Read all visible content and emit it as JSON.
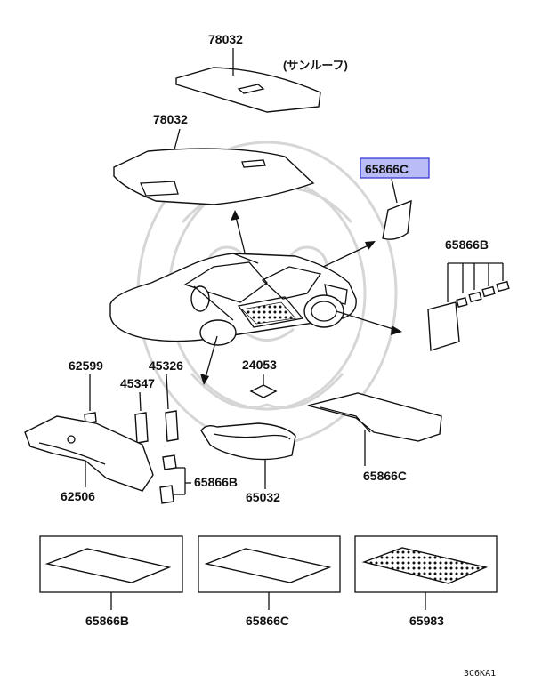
{
  "labels": {
    "roof_sunroof_part": "78032",
    "sunroof_note": "(サンルーフ)",
    "roof_part": "78032",
    "highlighted_part": "65866C",
    "pads_part": "65866B",
    "bracket_part_a": "62599",
    "bracket_part_b": "45326",
    "bracket_part_c": "45347",
    "plug_part": "24053",
    "dash_part": "62506",
    "pad_pair_part": "65866B",
    "tunnel_part": "65032",
    "floor_part": "65866C",
    "box1_part": "65866B",
    "box2_part": "65866C",
    "box3_part": "65983",
    "diagram_code": "3C6KA1"
  },
  "colors": {
    "highlight_fill": "#b9bcf6",
    "highlight_border": "#2b2fd0",
    "line": "#111111",
    "watermark": "#d6d6d6"
  }
}
